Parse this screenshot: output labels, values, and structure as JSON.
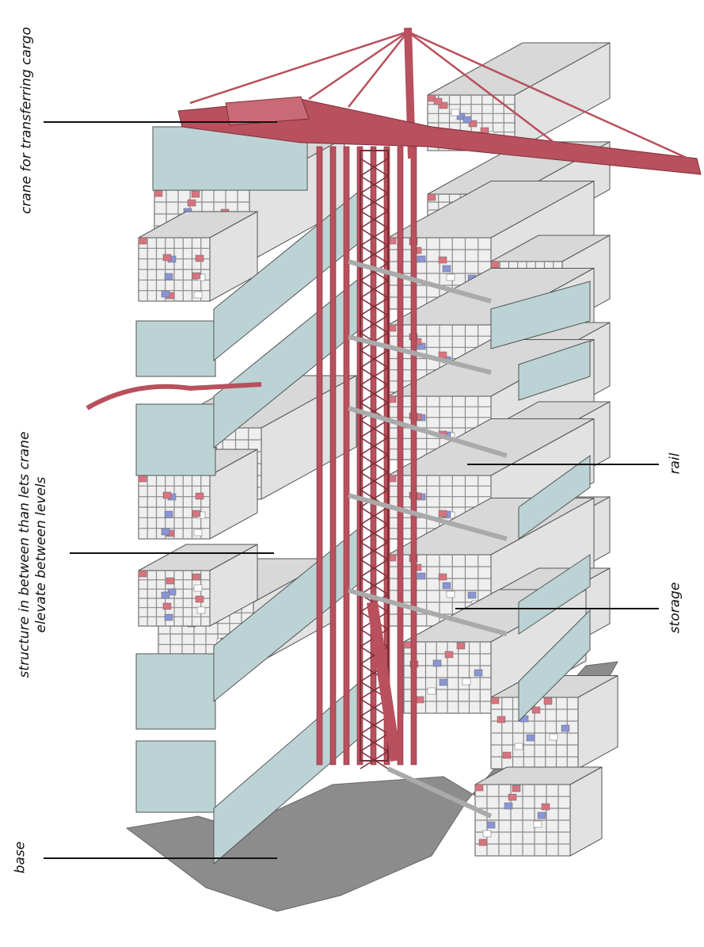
{
  "labels": {
    "crane": "crane for transferring cargo",
    "structure_line1": "structure in between than lets crane",
    "structure_line2": "elevate between levels",
    "base": "base",
    "rail": "rail",
    "storage": "storage"
  },
  "colors": {
    "crane": "#b9505d",
    "panel": "#bcd3d5",
    "frame": "#8a8a8a",
    "container_red": "#d9737e",
    "container_blue": "#8a95d6",
    "base": "#8c8c8c"
  }
}
